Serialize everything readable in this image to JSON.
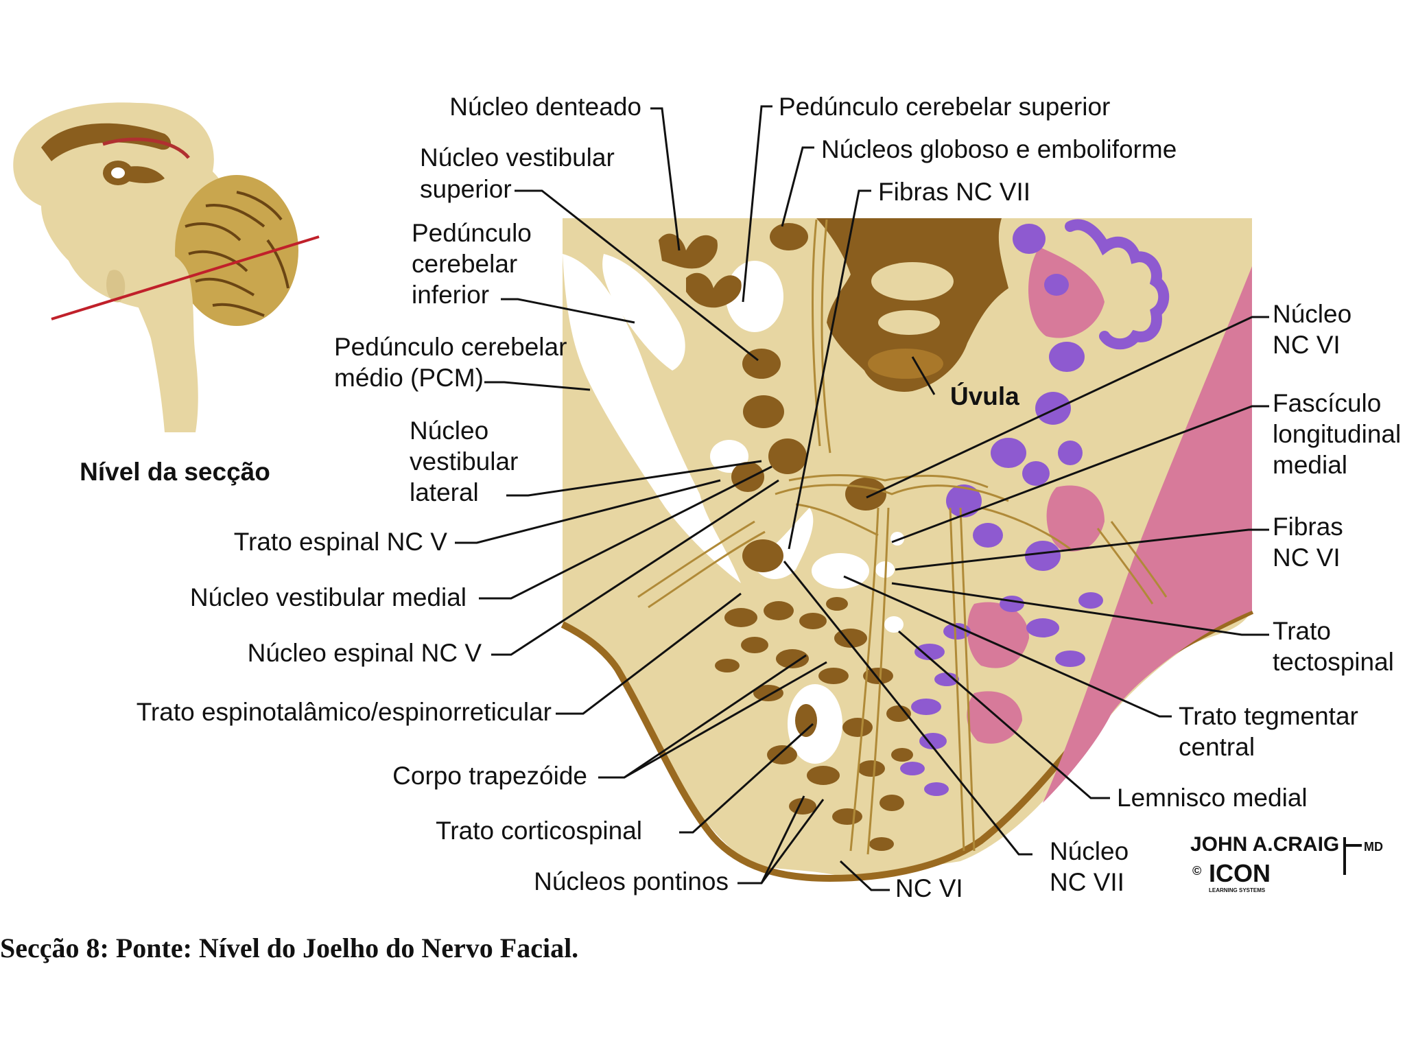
{
  "inset": {
    "title": "Nível da secção"
  },
  "labels": {
    "nucleo_denteado": "Núcleo denteado",
    "ped_cerebelar_superior": "Pedúnculo cerebelar superior",
    "nucleos_globoso": "Núcleos globoso e emboliforme",
    "fibras_nc_vii": "Fibras NC VII",
    "nucleo_vest_superior": [
      "Núcleo vestibular",
      "superior"
    ],
    "ped_cerebelar_inferior": [
      "Pedúnculo",
      "cerebelar",
      "inferior"
    ],
    "ped_cerebelar_medio": [
      "Pedúnculo cerebelar",
      "médio (PCM)"
    ],
    "nucleo_vest_lateral": [
      "Núcleo",
      "vestibular",
      "lateral"
    ],
    "trato_espinal_nc_v": "Trato espinal NC V",
    "nucleo_vest_medial": "Núcleo vestibular medial",
    "nucleo_espinal_nc_v": "Núcleo espinal NC V",
    "trato_espinotalamico": "Trato espinotalâmico/espinorreticular",
    "corpo_trapezoide": "Corpo trapezóide",
    "trato_corticospinal": "Trato corticospinal",
    "nucleos_pontinos": "Núcleos pontinos",
    "nc_vi": "NC VI",
    "nucleo_nc_vii": [
      "Núcleo",
      "NC VII"
    ],
    "lemnisco_medial": "Lemnisco medial",
    "trato_tegmentar_central": [
      "Trato tegmentar",
      "central"
    ],
    "trato_tectospinal": [
      "Trato",
      "tectospinal"
    ],
    "fibras_nc_vi": [
      "Fibras",
      "NC VI"
    ],
    "fasciculo_long_medial": [
      "Fascículo",
      "longitudinal",
      "medial"
    ],
    "nucleo_nc_vi": [
      "Núcleo",
      "NC VI"
    ],
    "uvula": "Úvula"
  },
  "signature": {
    "name": "JOHN A.CRAIG",
    "suffix": "MD",
    "logo": "ICON",
    "copyright": "©",
    "logo_sub": "LEARNING SYSTEMS"
  },
  "caption": "Secção 8:  Ponte: Nível do Joelho do Nervo Facial.",
  "colors": {
    "tissue": "#e7d6a2",
    "nuclei": "#8a5e1e",
    "purple": "#8e5ad0",
    "pink": "#d77a9a",
    "line": "#111111"
  }
}
